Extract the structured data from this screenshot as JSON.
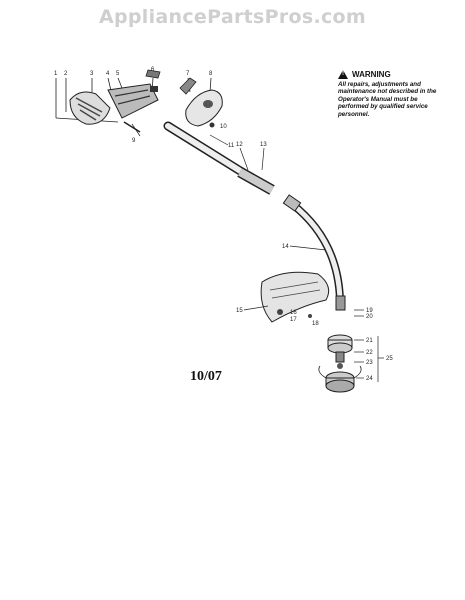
{
  "watermark": "AppliancePartsPros.com",
  "warning": {
    "icon": "warning-triangle-icon",
    "title": "WARNING",
    "body": "All repairs, adjustments and maintenance not described in the Operator's Manual must be performed by qualified service personnel."
  },
  "date_code": "10/07",
  "callouts": [
    "1",
    "2",
    "3",
    "4",
    "5",
    "6",
    "7",
    "8",
    "9",
    "10",
    "11",
    "12",
    "13",
    "14",
    "15",
    "16",
    "17",
    "18",
    "19",
    "20",
    "21",
    "22",
    "23",
    "24",
    "25"
  ]
}
